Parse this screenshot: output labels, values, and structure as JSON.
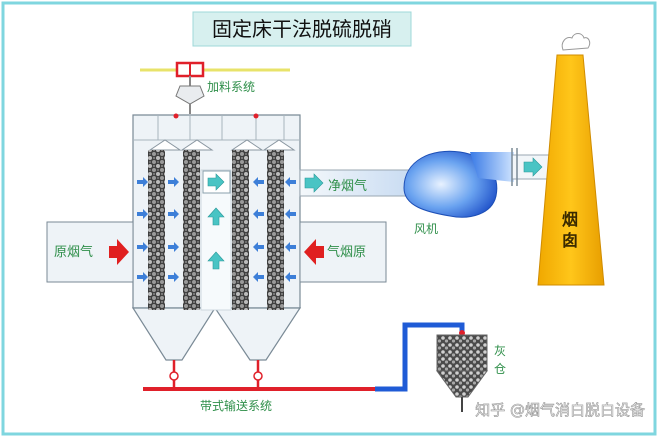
{
  "title": "固定床干法脱硫脱硝",
  "labels": {
    "feed_system": "加料系统",
    "clean_flue_gas": "净烟气",
    "raw_flue_gas_left": "原烟气",
    "raw_flue_gas_right": "气烟原",
    "fan": "风机",
    "chimney_line1": "烟",
    "chimney_line2": "囱",
    "ash_silo_line1": "灰",
    "ash_silo_line2": "仓",
    "belt_conveyor": "带式输送系统"
  },
  "watermark": "知乎 @烟气消白脱白设备",
  "colors": {
    "frame_border": "#7fd6df",
    "title_bg": "#d7f0ef",
    "label_green": "#2f8f4a",
    "pipe_red": "#e0202a",
    "conveyor_blue": "#1f5bd6",
    "chimney_yellow": "#f4b400",
    "fan_blue": "#1e63d9",
    "flow_arrow_cyan": "#49c4c4",
    "raw_arrow_red": "#e02020"
  }
}
